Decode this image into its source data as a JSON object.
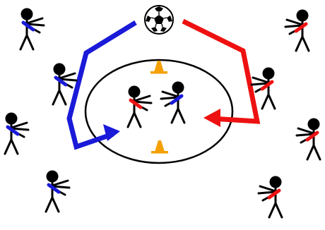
{
  "colors": {
    "team_blue": "#1a1ad8",
    "team_red": "#ee1111",
    "cone": "#f5a000",
    "ink": "#000000",
    "background": "#ffffff"
  },
  "icons": {
    "ball": "soccer-ball-icon",
    "cone": "training-cone-icon",
    "player": "stick-figure-player-icon"
  },
  "players": [
    {
      "id": "blue-1",
      "team": "blue"
    },
    {
      "id": "blue-2",
      "team": "blue"
    },
    {
      "id": "blue-3",
      "team": "blue"
    },
    {
      "id": "blue-4",
      "team": "blue"
    },
    {
      "id": "blue-5",
      "team": "blue"
    },
    {
      "id": "red-1",
      "team": "red"
    },
    {
      "id": "red-2",
      "team": "red"
    },
    {
      "id": "red-3",
      "team": "red"
    },
    {
      "id": "red-4",
      "team": "red"
    },
    {
      "id": "red-5",
      "team": "red"
    }
  ],
  "circle_players": [
    {
      "id": "red-inside",
      "team": "red"
    },
    {
      "id": "blue-inside",
      "team": "blue"
    }
  ],
  "arrows": [
    {
      "id": "blue-run",
      "team": "blue"
    },
    {
      "id": "red-run",
      "team": "red"
    }
  ]
}
